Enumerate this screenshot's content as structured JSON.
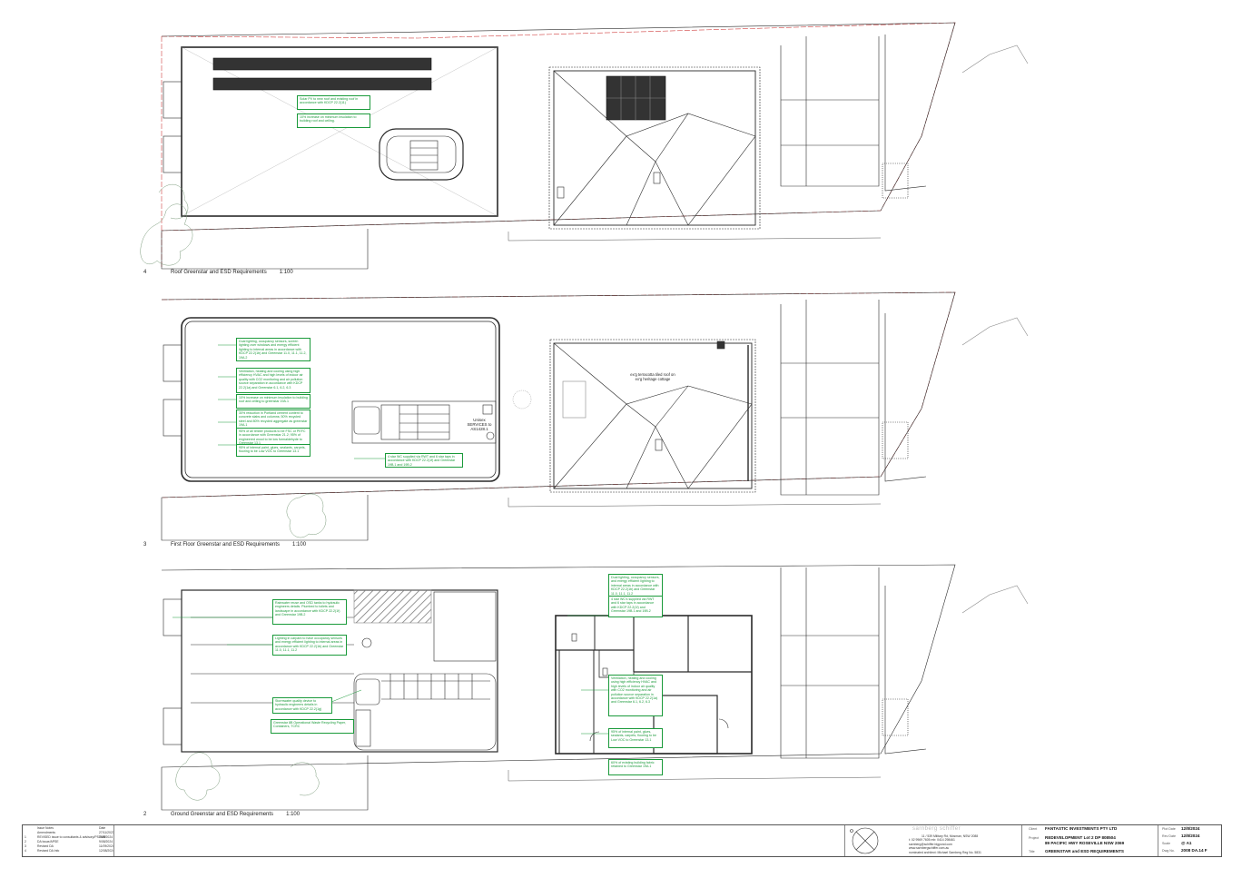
{
  "plans": [
    {
      "number": "4",
      "title": "Roof Greenstar and ESD Requirements",
      "scale": "1:100"
    },
    {
      "number": "3",
      "title": "First Floor Greenstar and ESD Requirements",
      "scale": "1:100"
    },
    {
      "number": "2",
      "title": "Ground Greenstar and ESD Requirements",
      "scale": "1:100"
    }
  ],
  "roof_notes": [
    "Solar PV to new roof and existing roof in accordance with KDCP 22.2(11)",
    "10% increase on minimum insulation to building roof and ceiling."
  ],
  "first_notes": [
    "Dual lighting, occupancy sensors, screen lighting over windows and energy efficient lighting to internal areas in accordance with KDCP 22.2(1b) and Greenstar 11.0, 11.1, 11.2, 19A.2",
    "Ventilation, heating and cooling using high efficiency HVAC and high levels of indoor air quality with CO2 monitoring and air pollution source separation in accordance with KDCP 22.2(1a) and Greenstar 6.1, 6.2, 6.3",
    "10% increase on minimum insulation to building roof and ceiling to greenstar 19A.1",
    "30% reduction in Portland cement content to concrete slabs and columns; 50% recycled steel and 80% recycled aggregate as greenstar 19A.1",
    "95% of all timber products to be FSC or PEFC in accordance with Greenstar 21.2; 95% of engineered wood to be low formaldehyde to Greenstar 13.1",
    "95% of internal paint, glues, sealants, carpets, flooring to be Low VOC to Greenstar 13.1",
    "4 star WC supplied via RWT and 6 star taps in accordance with KDCP 22.2(1f) and Greenstar 19B.1 and 19B.2"
  ],
  "ground_notes_left": [
    "Rainwater reuse and OSD tanks to hydraulic engineers details. Plumbed to toilets and landscape in accordance with KDCP 22.2(1f) and Greenstar 19B.2",
    "Lighting in carpark to have occupancy sensors and energy efficient lighting to internal areas in accordance with KDCP 22.2(1b) and Greenstar 11.0, 11.1, 11.2",
    "Stormwater quality device to hydraulic engineers details in accordance with KDCP 22.2(1g)",
    "Greenstar 8B Operational Waste Recycling Paper, Containers, TCRC"
  ],
  "ground_notes_right": [
    "Dual lighting, occupancy sensors, and energy efficient lighting to internal areas in accordance with KDCP 22.2(1b) and Greenstar 11.0, 11.1, 11.2",
    "4 star WC's supplied via RWT and 6 star taps in accordance with KDCP 22.2(1f) and Greenstar 19B.1 and 19B.2",
    "Ventilation, heating and cooling using high efficiency HVAC and high levels of indoor air quality with CO2 monitoring and air pollution source separation in accordance with KDCP 22.2(1a) and Greenstar 6.1, 6.2, 6.3",
    "95% of internal paint, glues, sealants, carpets, flooring to be Low VOC to Greenstar 13.1",
    "60% of existing building fabric retained to Greenstar 19A.1"
  ],
  "cottage_label": "ex'g terracotta tiled roof on ex'g heritage cottage",
  "utility_label": "Unisex SERVICES to AS1428.1",
  "revisions": {
    "header_desc": "Issue Notes",
    "header_date": "Date",
    "rows": [
      {
        "rev": "",
        "desc": "Amendments",
        "date": "27/11/2023"
      },
      {
        "rev": "1",
        "desc": "REVISED issue to consultants & advisory/PSSMR",
        "date": "7/08/2024"
      },
      {
        "rev": "2",
        "desc": "DA Issue/APSE",
        "date": "9/08/2024"
      },
      {
        "rev": "3",
        "desc": "Revised DA",
        "date": "11/09/2024"
      },
      {
        "rev": "4",
        "desc": "Revised DA Info",
        "date": "12/08/2024"
      }
    ]
  },
  "firm": {
    "logo_text": "sarnberg schiffer",
    "lines": [
      "11 / 539 Military Rd, Mosman, NSW 2088",
      "t: 02 9969 7605    mb: 0414 298461",
      "sarnberg@schiffer.bigpond.com",
      "www.sarnbergschiffer.com.au",
      "nominated architect: Michael Sarnberg Reg No. 5831"
    ]
  },
  "project_info": {
    "client_key": "Client",
    "client": "FANTASTIC INVESTMENTS PTY LTD",
    "project_key": "Project",
    "project_line1": "REDEVELOPMENT  Lot 2 DP 808504",
    "project_line2": "89 PACIFIC HWY ROSEVILLE NSW 2069",
    "title_key": "Title",
    "title": "GREENSTAR and ESD REQUIREMENTS"
  },
  "sheet_info": {
    "plot_date_key": "Plot Date",
    "plot_date": "12/8/2024",
    "rev_date_key": "Rev Date",
    "rev_date": "12/8/2024",
    "scale_key": "Scale",
    "scale": "@ A1",
    "dwg_key": "Dwg No.",
    "dwg": "2008 DA.14 F"
  },
  "colors": {
    "line": "#2a2a2a",
    "boundary": "#d04040",
    "note": "#1a9a3a",
    "vegetation": "#7a9a7a"
  }
}
